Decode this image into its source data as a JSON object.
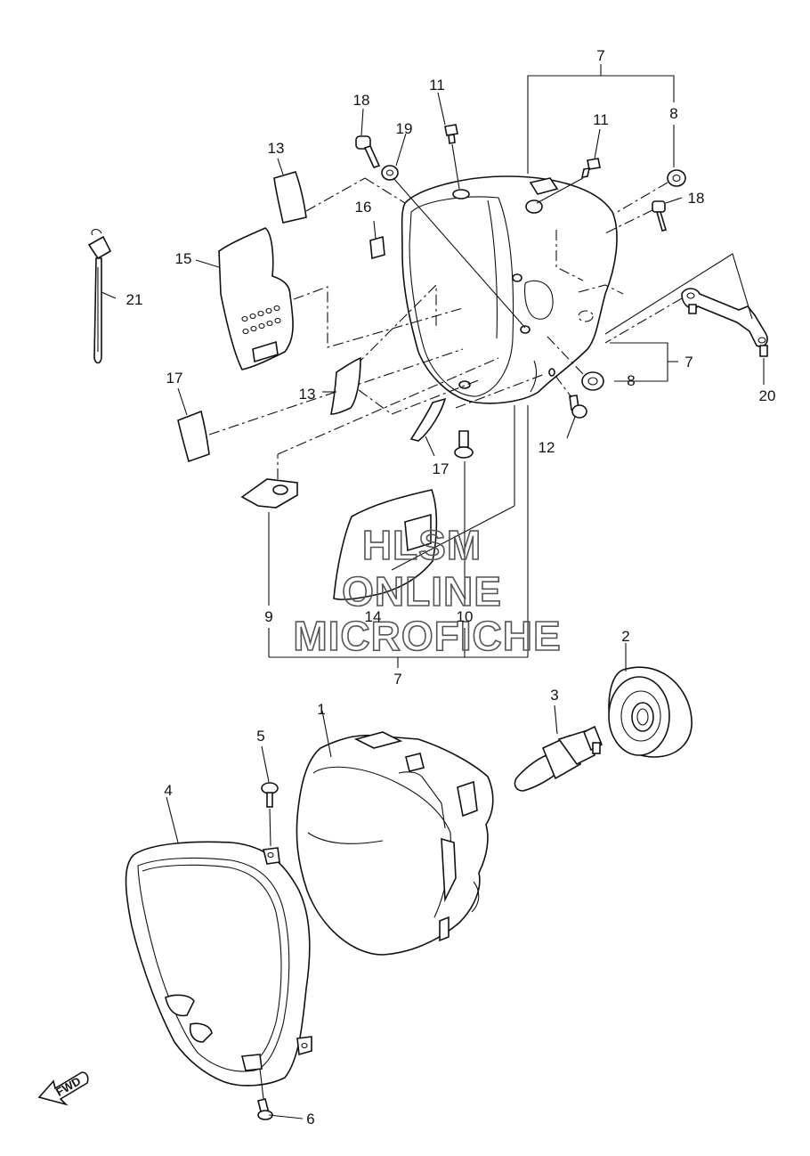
{
  "diagram": {
    "callouts": {
      "p1": "1",
      "p2": "2",
      "p3": "3",
      "p4": "4",
      "p5": "5",
      "p6": "6",
      "p7_top": "7",
      "p7_right": "7",
      "p7_bottom": "7",
      "p8_top": "8",
      "p8_right": "8",
      "p9": "9",
      "p10": "10",
      "p11_left": "11",
      "p11_right": "11",
      "p12": "12",
      "p13_top": "13",
      "p13_mid": "13",
      "p14": "14",
      "p15": "15",
      "p16": "16",
      "p17_left": "17",
      "p17_mid": "17",
      "p18_left": "18",
      "p18_right": "18",
      "p19": "19",
      "p20": "20",
      "p21": "21"
    },
    "watermark": {
      "line1": "HLSM",
      "line2": "ONLINE",
      "line3": "MICROFICHE"
    },
    "fwd_label": "FWD"
  }
}
